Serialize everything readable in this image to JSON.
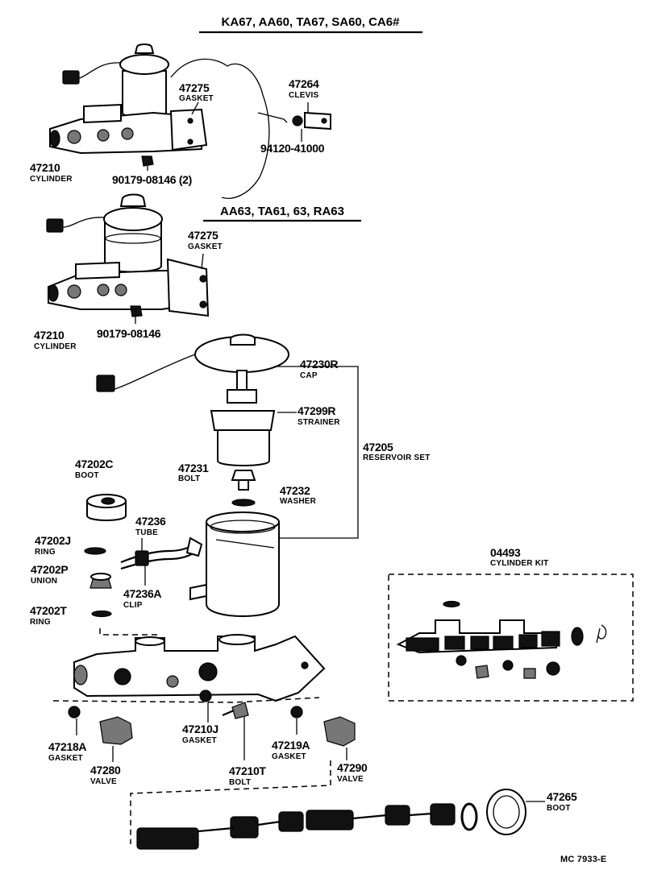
{
  "headers": {
    "models_1": "KA67, AA60, TA67, SA60, CA6#",
    "models_2": "AA63, TA61, 63, RA63"
  },
  "assembly_1": {
    "gasket": {
      "part": "47275",
      "name": "GASKET"
    },
    "clevis": {
      "part": "47264",
      "name": "CLEVIS"
    },
    "clevis_nut": {
      "part": "94120-41000"
    },
    "cylinder": {
      "part": "47210",
      "name": "CYLINDER"
    },
    "nut": {
      "part": "90179-08146 (2)"
    }
  },
  "assembly_2": {
    "gasket": {
      "part": "47275",
      "name": "GASKET"
    },
    "cylinder": {
      "part": "47210",
      "name": "CYLINDER"
    },
    "nut": {
      "part": "90179-08146"
    }
  },
  "reservoir": {
    "cap": {
      "part": "47230R",
      "name": "CAP"
    },
    "strainer": {
      "part": "47299R",
      "name": "STRAINER"
    },
    "set": {
      "part": "47205",
      "name": "RESERVOIR SET"
    },
    "bolt": {
      "part": "47231",
      "name": "BOLT"
    },
    "washer": {
      "part": "47232",
      "name": "WASHER"
    }
  },
  "tube_group": {
    "boot": {
      "part": "47202C",
      "name": "BOOT"
    },
    "tube": {
      "part": "47236",
      "name": "TUBE"
    },
    "ring_j": {
      "part": "47202J",
      "name": "RING"
    },
    "union": {
      "part": "47202P",
      "name": "UNION"
    },
    "clip": {
      "part": "47236A",
      "name": "CLIP"
    },
    "ring_t": {
      "part": "47202T",
      "name": "RING"
    }
  },
  "kit": {
    "part": "04493",
    "name": "CYLINDER KIT"
  },
  "lower": {
    "gasket_218a": {
      "part": "47218A",
      "name": "GASKET"
    },
    "valve_280": {
      "part": "47280",
      "name": "VALVE"
    },
    "gasket_210j": {
      "part": "47210J",
      "name": "GASKET"
    },
    "bolt_210t": {
      "part": "47210T",
      "name": "BOLT"
    },
    "gasket_219a": {
      "part": "47219A",
      "name": "GASKET"
    },
    "valve_290": {
      "part": "47290",
      "name": "VALVE"
    },
    "boot_265": {
      "part": "47265",
      "name": "BOOT"
    }
  },
  "footer": {
    "code": "MC  7933-E"
  }
}
